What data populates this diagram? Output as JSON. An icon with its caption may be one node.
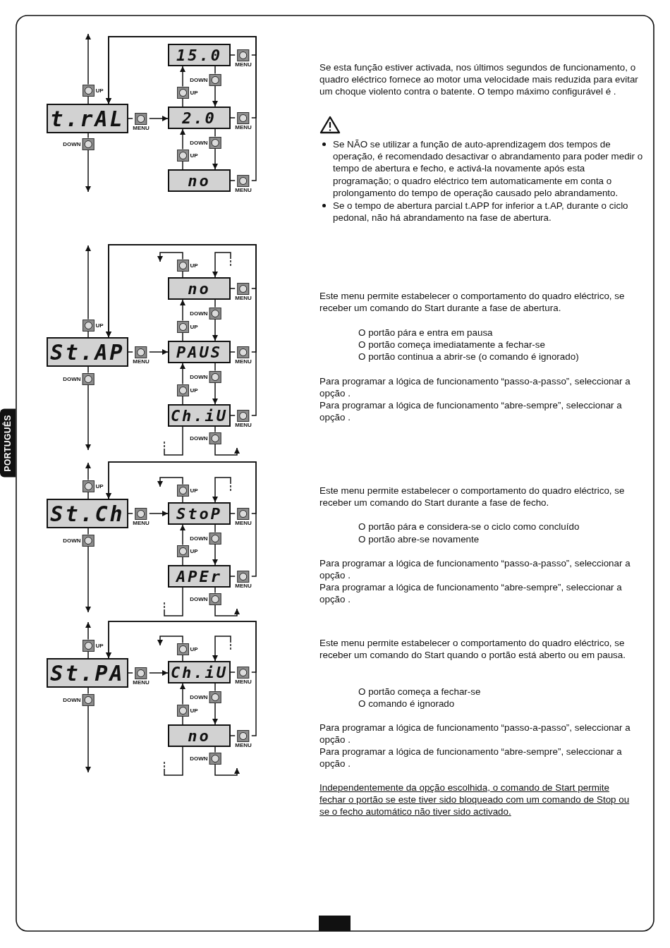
{
  "diagram": {
    "nodes": [
      {
        "text": [
          "t.rAL"
        ]
      },
      {
        "text": [
          "UP"
        ]
      },
      {
        "text": [
          "DOWN"
        ]
      },
      {
        "text": [
          "MENU"
        ]
      },
      {
        "text": [
          "15.0"
        ]
      },
      {
        "text": [
          "MENU"
        ]
      },
      {
        "text": [
          "DOWN"
        ]
      },
      {
        "text": [
          "UP"
        ]
      },
      {
        "text": [
          "2.0"
        ]
      },
      {
        "text": [
          "MENU"
        ]
      },
      {
        "text": [
          "DOWN"
        ]
      },
      {
        "text": [
          "UP"
        ]
      },
      {
        "text": [
          "no"
        ]
      },
      {
        "text": [
          "MENU"
        ]
      },
      {
        "text": [
          "St.AP"
        ]
      },
      {
        "text": [
          "UP"
        ]
      },
      {
        "text": [
          "DOWN"
        ]
      },
      {
        "text": [
          "MENU"
        ]
      },
      {
        "text": [
          "UP"
        ]
      },
      {
        "text": [
          "no"
        ]
      },
      {
        "text": [
          "MENU"
        ]
      },
      {
        "text": [
          "DOWN"
        ]
      },
      {
        "text": [
          "UP"
        ]
      },
      {
        "text": [
          "PAUS"
        ]
      },
      {
        "text": [
          "MENU"
        ]
      },
      {
        "text": [
          "DOWN"
        ]
      },
      {
        "text": [
          "UP"
        ]
      },
      {
        "text": [
          "Ch.iU"
        ]
      },
      {
        "text": [
          "MENU"
        ]
      },
      {
        "text": [
          "DOWN"
        ]
      },
      {
        "text": [
          "St.Ch"
        ]
      },
      {
        "text": [
          "UP"
        ]
      },
      {
        "text": [
          "DOWN"
        ]
      },
      {
        "text": [
          "MENU"
        ]
      },
      {
        "text": [
          "UP"
        ]
      },
      {
        "text": [
          "StoP"
        ]
      },
      {
        "text": [
          "MENU"
        ]
      },
      {
        "text": [
          "DOWN"
        ]
      },
      {
        "text": [
          "UP"
        ]
      },
      {
        "text": [
          "APEr"
        ]
      },
      {
        "text": [
          "MENU"
        ]
      },
      {
        "text": [
          "DOWN"
        ]
      },
      {
        "text": [
          "St.PA"
        ]
      },
      {
        "text": [
          "UP"
        ]
      },
      {
        "text": [
          "DOWN"
        ]
      },
      {
        "text": [
          "MENU"
        ]
      },
      {
        "text": [
          "UP"
        ]
      },
      {
        "text": [
          "Ch.iU"
        ]
      },
      {
        "text": [
          "MENU"
        ]
      },
      {
        "text": [
          "DOWN"
        ]
      },
      {
        "text": [
          "UP"
        ]
      },
      {
        "text": [
          "no"
        ]
      },
      {
        "text": [
          "MENU"
        ]
      },
      {
        "text": [
          "DOWN"
        ]
      }
    ],
    "edges": [
      {
        "from": 0,
        "to": 1,
        "arrow": "none"
      },
      {
        "from": 1,
        "to": null,
        "arrow": "to"
      },
      {
        "from": 0,
        "to": 2,
        "arrow": "none"
      },
      {
        "from": 2,
        "to": null,
        "arrow": "to"
      },
      {
        "from": 0,
        "to": 3,
        "arrow": "none"
      },
      {
        "from": 3,
        "to": 8,
        "arrow": "to"
      },
      {
        "from": 4,
        "to": 6,
        "arrow": "none"
      },
      {
        "from": 6,
        "to": 8,
        "arrow": "to"
      },
      {
        "from": 8,
        "to": 7,
        "arrow": "none"
      },
      {
        "from": 7,
        "to": 4,
        "arrow": "to"
      },
      {
        "from": 8,
        "to": 10,
        "arrow": "none"
      },
      {
        "from": 10,
        "to": 12,
        "arrow": "to"
      },
      {
        "from": 12,
        "to": 11,
        "arrow": "none"
      },
      {
        "from": 11,
        "to": 8,
        "arrow": "to"
      },
      {
        "from": 4,
        "to": 5,
        "arrow": "none"
      },
      {
        "from": 5,
        "to": 0,
        "arrow": "to"
      },
      {
        "from": 8,
        "to": 9,
        "arrow": "none"
      },
      {
        "from": 9,
        "to": 0,
        "arrow": "to"
      },
      {
        "from": 12,
        "to": 13,
        "arrow": "none"
      },
      {
        "from": 13,
        "to": 0,
        "arrow": "to"
      },
      {
        "from": 14,
        "to": 15,
        "arrow": "none"
      },
      {
        "from": 15,
        "to": null,
        "arrow": "to"
      },
      {
        "from": 14,
        "to": 16,
        "arrow": "none"
      },
      {
        "from": 16,
        "to": null,
        "arrow": "to"
      },
      {
        "from": 14,
        "to": 17,
        "arrow": "none"
      },
      {
        "from": 17,
        "to": 23,
        "arrow": "to"
      },
      {
        "from": 19,
        "to": 18,
        "arrow": "none"
      },
      {
        "from": 18,
        "to": null,
        "arrow": "to"
      },
      {
        "from": null,
        "to": 19,
        "arrow": "to"
      },
      {
        "from": 19,
        "to": 21,
        "arrow": "none"
      },
      {
        "from": 21,
        "to": 23,
        "arrow": "to"
      },
      {
        "from": 23,
        "to": 22,
        "arrow": "none"
      },
      {
        "from": 22,
        "to": 19,
        "arrow": "to"
      },
      {
        "from": 23,
        "to": 25,
        "arrow": "none"
      },
      {
        "from": 25,
        "to": 27,
        "arrow": "to"
      },
      {
        "from": 27,
        "to": 26,
        "arrow": "none"
      },
      {
        "from": 26,
        "to": 23,
        "arrow": "to"
      },
      {
        "from": 19,
        "to": 20,
        "arrow": "none"
      },
      {
        "from": 20,
        "to": 14,
        "arrow": "to"
      },
      {
        "from": 23,
        "to": 24,
        "arrow": "none"
      },
      {
        "from": 24,
        "to": 14,
        "arrow": "to"
      },
      {
        "from": 27,
        "to": 28,
        "arrow": "none"
      },
      {
        "from": 28,
        "to": 14,
        "arrow": "to"
      },
      {
        "from": 27,
        "to": null,
        "arrow": "none"
      },
      {
        "from": 27,
        "to": 29,
        "arrow": "none"
      },
      {
        "from": 29,
        "to": null,
        "arrow": "to"
      },
      {
        "from": 30,
        "to": 31,
        "arrow": "none"
      },
      {
        "from": 31,
        "to": null,
        "arrow": "to"
      },
      {
        "from": 30,
        "to": 32,
        "arrow": "none"
      },
      {
        "from": 32,
        "to": null,
        "arrow": "to"
      },
      {
        "from": 30,
        "to": 33,
        "arrow": "none"
      },
      {
        "from": 33,
        "to": 35,
        "arrow": "to"
      },
      {
        "from": 35,
        "to": 34,
        "arrow": "none"
      },
      {
        "from": 34,
        "to": null,
        "arrow": "to"
      },
      {
        "from": null,
        "to": 35,
        "arrow": "to"
      },
      {
        "from": 35,
        "to": 37,
        "arrow": "none"
      },
      {
        "from": 37,
        "to": 39,
        "arrow": "to"
      },
      {
        "from": 39,
        "to": 38,
        "arrow": "none"
      },
      {
        "from": 38,
        "to": 35,
        "arrow": "to"
      },
      {
        "from": 35,
        "to": 36,
        "arrow": "none"
      },
      {
        "from": 36,
        "to": 30,
        "arrow": "to"
      },
      {
        "from": 39,
        "to": 40,
        "arrow": "none"
      },
      {
        "from": 40,
        "to": 30,
        "arrow": "to"
      },
      {
        "from": 39,
        "to": null,
        "arrow": "none"
      },
      {
        "from": 39,
        "to": 41,
        "arrow": "none"
      },
      {
        "from": 41,
        "to": null,
        "arrow": "to"
      },
      {
        "from": 42,
        "to": 43,
        "arrow": "none"
      },
      {
        "from": 43,
        "to": null,
        "arrow": "to"
      },
      {
        "from": 42,
        "to": 44,
        "arrow": "none"
      },
      {
        "from": 44,
        "to": null,
        "arrow": "to"
      },
      {
        "from": 42,
        "to": 45,
        "arrow": "none"
      },
      {
        "from": 45,
        "to": 47,
        "arrow": "to"
      },
      {
        "from": 47,
        "to": 46,
        "arrow": "none"
      },
      {
        "from": 46,
        "to": null,
        "arrow": "to"
      },
      {
        "from": null,
        "to": 47,
        "arrow": "to"
      },
      {
        "from": 47,
        "to": 49,
        "arrow": "none"
      },
      {
        "from": 49,
        "to": 51,
        "arrow": "to"
      },
      {
        "from": 51,
        "to": 50,
        "arrow": "none"
      },
      {
        "from": 50,
        "to": 47,
        "arrow": "to"
      },
      {
        "from": 47,
        "to": 48,
        "arrow": "none"
      },
      {
        "from": 48,
        "to": 42,
        "arrow": "to"
      },
      {
        "from": 51,
        "to": 52,
        "arrow": "none"
      },
      {
        "from": 52,
        "to": 42,
        "arrow": "to"
      },
      {
        "from": 51,
        "to": null,
        "arrow": "none"
      },
      {
        "from": 51,
        "to": 53,
        "arrow": "none"
      },
      {
        "from": 53,
        "to": null,
        "arrow": "to"
      }
    ],
    "labels": [
      "Se esta função estiver activada, nos últimos segundos de funcionamento, o quadro eléctrico fornece ao motor uma velocidade mais reduzida para evitar um choque violento contra o batente. O tempo máximo configurável é .",
      "Se NÃO se utilizar a função de auto-aprendizagem dos tempos de operação, é recomendado desactivar o abrandamento para poder medir o tempo de abertura e fecho, e activá-la novamente após esta programação; o quadro eléctrico tem automaticamente em conta o prolongamento do tempo de operação causado pelo abrandamento.",
      "Se o tempo de abertura parcial t.APP for inferior a t.AP, durante o ciclo pedonal, não há abrandamento na fase de abertura.",
      "Este menu permite estabelecer o comportamento do quadro eléctrico, se receber um comando do Start durante a fase de abertura.",
      "O portão pára e entra em pausa",
      "O portão começa imediatamente a fechar-se",
      "O portão continua a abrir-se (o comando é ignorado)",
      "Para programar a lógica de funcionamento “passo-a-passo”, seleccionar a opção .",
      "Para programar a lógica de funcionamento “abre-sempre”, seleccionar a opção .",
      "PORTUGUÊS",
      "Este menu permite estabelecer o comportamento do quadro eléctrico, se receber um comando do Start durante a fase de fecho.",
      "O portão pára e considera-se o ciclo como concluído",
      "O portão abre-se novamente",
      "Para programar a lógica de funcionamento “passo-a-passo”, seleccionar a opção .",
      "Para programar a lógica de funcionamento “abre-sempre”, seleccionar a opção .",
      "Este menu permite estabelecer o comportamento do quadro eléctrico, se receber um comando do Start quando o portão está aberto ou em pausa.",
      "O portão começa a fechar-se",
      "O comando é ignorado",
      "Para programar a lógica de funcionamento “passo-a-passo”, seleccionar a opção .",
      "Para programar a lógica de funcionamento “abre-sempre”, seleccionar a opção .",
      "Independentemente da opção escolhida, o comando de Start permite fechar o portão se este tiver sido bloqueado com um comando de Stop ou se o fecho automático não tiver sido activado."
    ]
  }
}
